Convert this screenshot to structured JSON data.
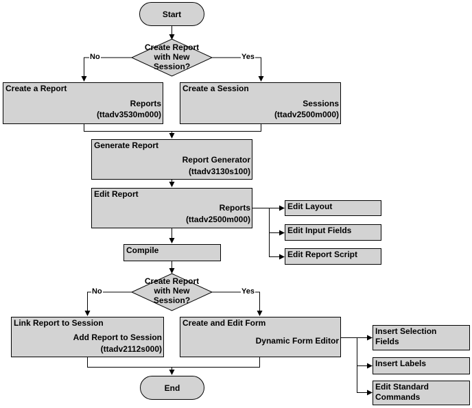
{
  "terminals": {
    "start": "Start",
    "end": "End"
  },
  "decisions": {
    "first": {
      "line1": "Create Report",
      "line2": "with New",
      "line3": "Session?",
      "no": "No",
      "yes": "Yes"
    },
    "second": {
      "line1": "Create Report",
      "line2": "with New",
      "line3": "Session?",
      "no": "No",
      "yes": "Yes"
    }
  },
  "processes": {
    "create_report": {
      "title": "Create a Report",
      "line1": "Reports",
      "line2": "(ttadv3530m000)"
    },
    "create_session": {
      "title": "Create a Session",
      "line1": "Sessions",
      "line2": "(ttadv2500m000)"
    },
    "generate_report": {
      "title": "Generate Report",
      "line1": "Report Generator",
      "line2": "(ttadv3130s100)"
    },
    "edit_report": {
      "title": "Edit Report",
      "line1": "Reports",
      "line2": "(ttadv2500m000)"
    },
    "compile": {
      "title": "Compile"
    },
    "link_report": {
      "title": "Link Report to Session",
      "line1": "Add Report to Session",
      "line2": "(ttadv2112s000)"
    },
    "create_form": {
      "title": "Create and Edit Form",
      "line1": "Dynamic Form Editor"
    }
  },
  "subtasks": {
    "edit_report": [
      "Edit Layout",
      "Edit Input Fields",
      "Edit Report Script"
    ],
    "form_editor": [
      {
        "line1": "Insert Selection",
        "line2": "Fields"
      },
      {
        "line1": "Insert Labels",
        "line2": ""
      },
      {
        "line1": "Edit Standard",
        "line2": "Commands"
      }
    ]
  },
  "colors": {
    "fill": "#d3d3d3",
    "stroke": "#000000",
    "background": "#ffffff"
  }
}
